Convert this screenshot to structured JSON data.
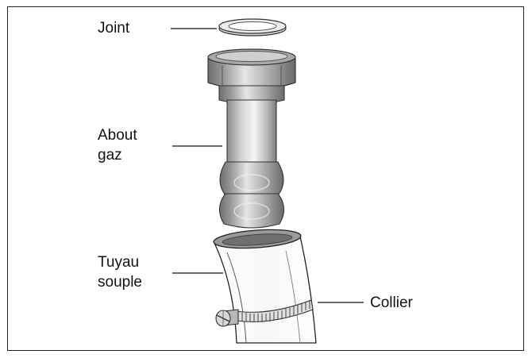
{
  "labels": {
    "joint": "Joint",
    "about_line1": "About",
    "about_line2": "gaz",
    "tuyau_line1": "Tuyau",
    "tuyau_line2": "souple",
    "collier": "Collier"
  },
  "colors": {
    "frame": "#222222",
    "leader_line": "#111111",
    "metal_dark": "#7a7a7a",
    "metal_light": "#e8e8e8"
  }
}
